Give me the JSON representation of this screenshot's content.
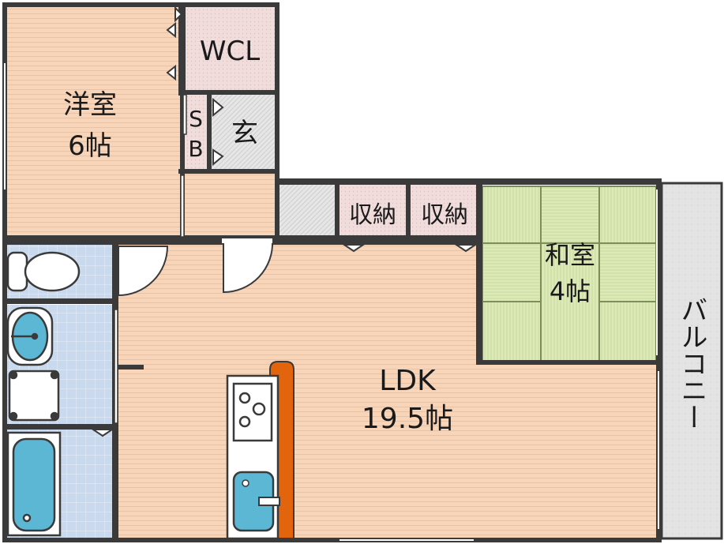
{
  "rooms": {
    "western": {
      "name": "洋室",
      "size": "6帖"
    },
    "wcl": {
      "name": "WCL"
    },
    "sb": {
      "line1": "S",
      "line2": "B"
    },
    "entrance": {
      "name": "玄"
    },
    "storage_1": {
      "name": "収納"
    },
    "storage_2": {
      "name": "収納"
    },
    "japanese": {
      "name": "和室",
      "size": "4帖"
    },
    "ldk": {
      "name": "LDK",
      "size": "19.5帖"
    },
    "balcony": {
      "name": "バルコニー"
    }
  },
  "colors": {
    "wall": "#3a3a3a",
    "floor_wood": "#f8d4b8",
    "wood_stripe": "#efbf9f",
    "closet": "#f1dcdc",
    "tile": "#c9d9ee",
    "tatami": "#dce9b8",
    "fixture": "#5bb7d4",
    "counter": "#e2650e",
    "balcony": "#e3e3e3",
    "hatch": "#cfcfcf"
  }
}
